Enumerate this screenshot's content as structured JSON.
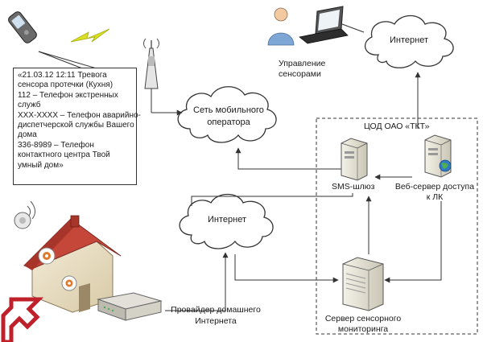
{
  "sms": {
    "lines": [
      "«21.03.12 12:11 Тревога",
      "сенсора протечки (Кухня)",
      "112 – Телефон экстренных",
      "служб",
      "XXX-XXXX – Телефон аварийно-",
      "диспетчерской службы Вашего",
      "дома",
      "336-8989 – Телефон",
      "контактного центра Твой",
      "умный дом»"
    ]
  },
  "clouds": {
    "internet_top": "Интернет",
    "mobile_line1": "Сеть мобильного",
    "mobile_line2": "оператора",
    "internet_mid": "Интернет"
  },
  "labels": {
    "management_line1": "Управление",
    "management_line2": "сенсорами",
    "datacenter": "ЦОД ОАО «ТКТ»",
    "sms_gateway": "SMS-шлюз",
    "web_server_line1": "Веб-сервер доступа",
    "web_server_line2": "к ЛК",
    "provider_line1": "Провайдер домашнего",
    "provider_line2": "Интернета",
    "monitoring_line1": "Сервер сенсорного",
    "monitoring_line2": "мониторинга"
  },
  "colors": {
    "line": "#333333",
    "cloud_fill": "#ffffff",
    "server_body": "#e8e6da",
    "user_blue": "#7fa7d6",
    "lightning": "#d9e021",
    "house_wall": "#e9e0c8",
    "roof": "#c4473a",
    "arrow_red": "#c0202a",
    "sensor_orange": "#e07a2a"
  }
}
